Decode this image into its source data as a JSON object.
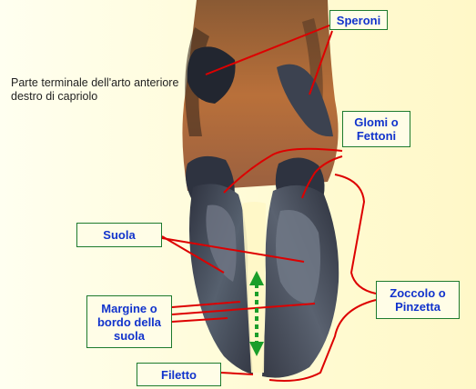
{
  "caption": "Parte terminale dell'arto anteriore destro di capriolo",
  "labels": {
    "speroni": "Speroni",
    "glomi": "Glomi o Fettoni",
    "suola": "Suola",
    "margine": "Margine o bordo della suola",
    "zoccolo": "Zoccolo o Pinzetta",
    "filetto": "Filetto"
  },
  "colors": {
    "label_text": "#1133cc",
    "label_border": "#1d7a2d",
    "leader_line": "#dd0000",
    "filetto_arrow": "#1a9e2a"
  }
}
